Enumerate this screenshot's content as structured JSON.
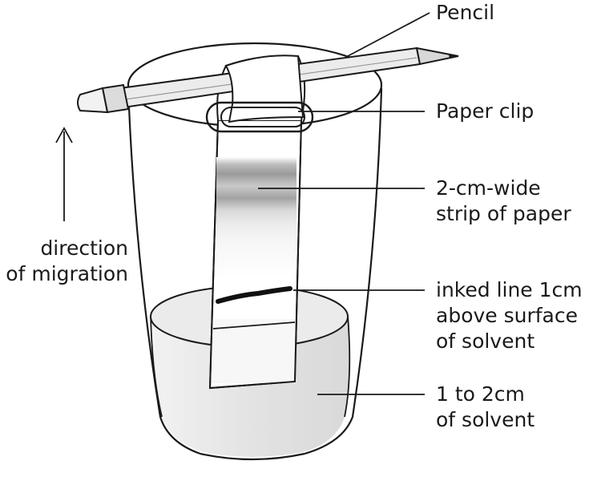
{
  "labels": {
    "pencil": "Pencil",
    "paper_clip": "Paper clip",
    "strip_line1": "2-cm-wide",
    "strip_line2": "strip of paper",
    "inked_line1": "inked line 1cm",
    "inked_line2": "above surface",
    "inked_line3": "of solvent",
    "solvent_line1": "1 to 2cm",
    "solvent_line2": "of solvent",
    "direction_line1": "direction",
    "direction_line2": "of migration"
  },
  "colors": {
    "ink": "#1a1a1a",
    "solvent": "#e6e6e6",
    "ink_band": "#8a8a8a",
    "pencil_body": "#ececec"
  }
}
